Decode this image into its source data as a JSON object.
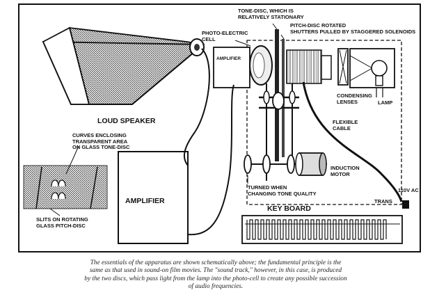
{
  "labels": {
    "tone_disc": [
      "TONE-DISC, WHICH IS",
      "RELATIVELY STATIONARY"
    ],
    "pitch_disc": [
      "PITCH-DISC ROTATED",
      "SHUTTERS PULLED BY STAGGERED SOLENOIDS"
    ],
    "photo_cell": [
      "PHOTO-ELECTRIC",
      "CELL"
    ],
    "amplifier_small": "AMPLIFIER",
    "condensing_lenses": [
      "CONDENSING",
      "LENSES"
    ],
    "lamp": "LAMP",
    "loud_speaker": "LOUD SPEAKER",
    "curves_note": [
      "CURVES ENCLOSING",
      "TRANSPARENT AREA",
      "ON GLASS TONE-DISC"
    ],
    "flexible_cable": [
      "FLEXIBLE",
      "CABLE"
    ],
    "induction_motor": [
      "INDUCTION",
      "MOTOR"
    ],
    "turned_when": [
      "TURNED WHEN",
      "CHANGING TONE QUALITY"
    ],
    "amplifier_big": "AMPLIFIER",
    "key_board": "KEY BOARD",
    "voltage": "110V AC",
    "trans": "TRANS",
    "slits_note": [
      "SLITS ON ROTATING",
      "GLASS PITCH-DISC"
    ]
  },
  "caption": [
    "The essentials of the apparatus are shown schematically above; the fundamental principle is the",
    "same as that used in sound-on film movies. The \"sound track,\" however, in this case, is produced",
    "by the two discs, which pass light from the lamp into the photo-cell to create any possible succession",
    "of audio frequencies."
  ]
}
